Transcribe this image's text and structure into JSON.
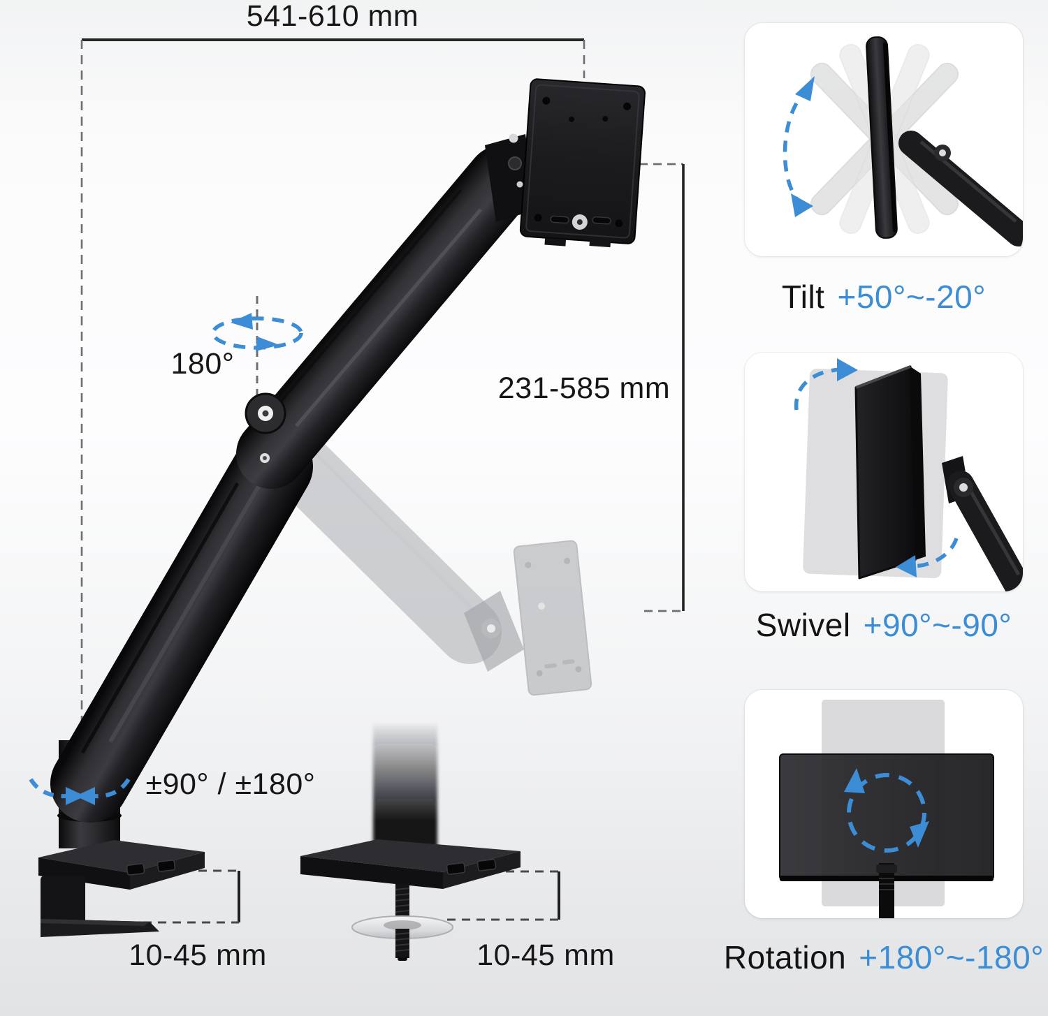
{
  "colors": {
    "accent": "#3c8dd5",
    "text": "#171717",
    "card_bg": "#ffffff"
  },
  "diagram": {
    "top_width_label": "541-610 mm",
    "arm_rotation_label": "180°",
    "height_range_label": "231-585 mm",
    "base_rotation_label": "±90° / ±180°",
    "clamp_thickness_label": "10-45 mm",
    "grommet_thickness_label": "10-45 mm"
  },
  "feature_panels": [
    {
      "id": "tilt",
      "label": "Tilt",
      "value": "+50°~-20°"
    },
    {
      "id": "swivel",
      "label": "Swivel",
      "value": "+90°~-90°"
    },
    {
      "id": "rotation",
      "label": "Rotation",
      "value": "+180°~-180°"
    }
  ]
}
